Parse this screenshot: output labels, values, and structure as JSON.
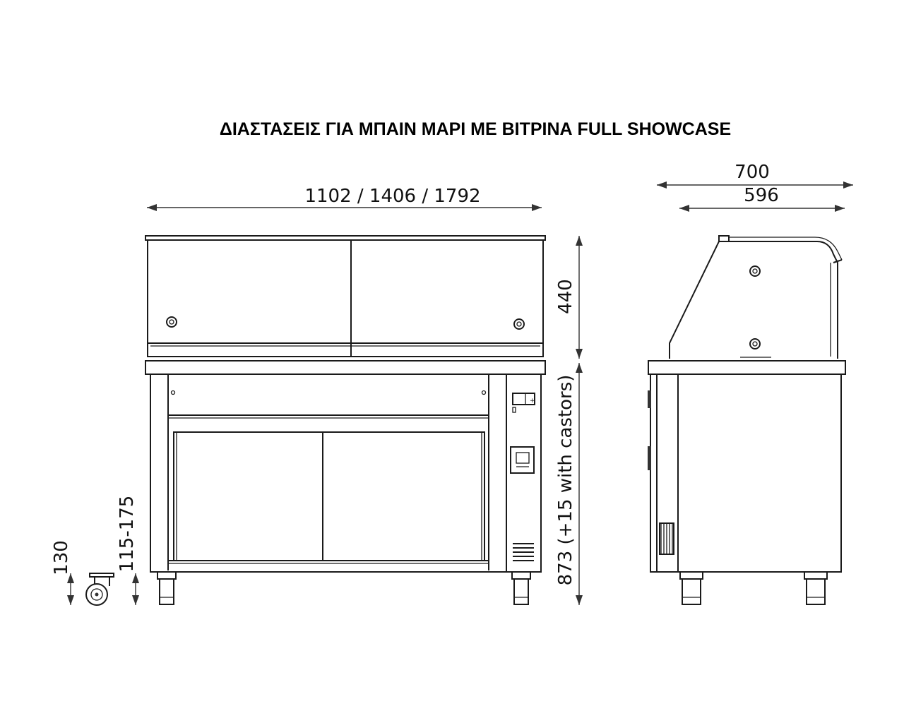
{
  "title": "ΔΙΑΣΤΑΣΕΙΣ ΓΙΑ ΜΠΑΙΝ ΜΑΡΙ ΜΕ ΒΙΤΡΙΝΑ FULL SHOWCASE",
  "front_view": {
    "width_label": "1102 / 1406 / 1792",
    "showcase_height_label": "440",
    "body_height_label": "873 (+15 with castors)",
    "leg_height_label": "115-175"
  },
  "castor": {
    "height_label": "130"
  },
  "side_view": {
    "outer_depth_label": "700",
    "inner_depth_label": "596"
  }
}
